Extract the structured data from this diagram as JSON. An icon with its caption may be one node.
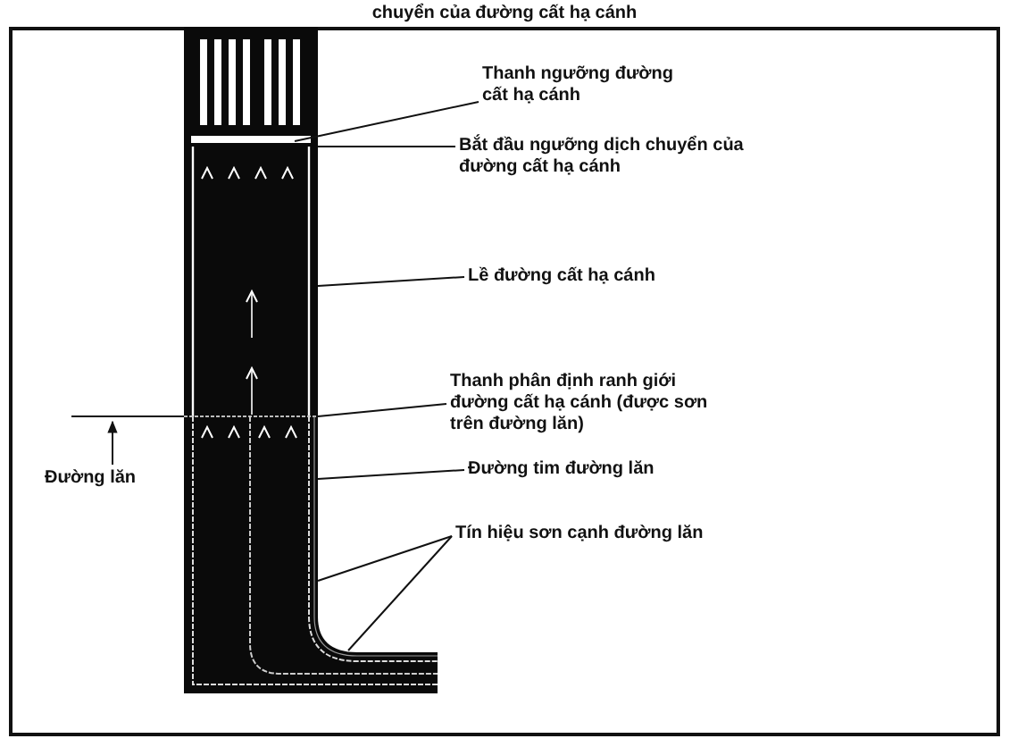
{
  "diagram": {
    "title": "chuyển của đường cất hạ cánh",
    "nodes": [
      {
        "text": [
          "Thanh ngưỡng đường cất hạ cánh"
        ]
      },
      {
        "text": [
          "Bắt đầu ngưỡng dịch chuyển của đường cất hạ cánh"
        ]
      },
      {
        "text": [
          "Lề đường cất hạ cánh"
        ]
      },
      {
        "text": [
          "Thanh phân định ranh giới đường cất hạ cánh (được sơn trên đường lăn)"
        ]
      },
      {
        "text": [
          "Đường tim đường lăn"
        ]
      },
      {
        "text": [
          "Tín hiệu sơn cạnh đường lăn"
        ]
      },
      {
        "text": [
          "Đường lăn"
        ]
      }
    ],
    "edges": [
      {
        "from": 0,
        "to": null,
        "arrow": "none"
      },
      {
        "from": 1,
        "to": null,
        "arrow": "none"
      },
      {
        "from": 2,
        "to": null,
        "arrow": "none"
      },
      {
        "from": 3,
        "to": null,
        "arrow": "none"
      },
      {
        "from": 4,
        "to": null,
        "arrow": "none"
      },
      {
        "from": 5,
        "to": null,
        "arrow": "none"
      },
      {
        "from": 5,
        "to": null,
        "arrow": "none"
      },
      {
        "from": 6,
        "to": null,
        "arrow": "to"
      }
    ]
  }
}
